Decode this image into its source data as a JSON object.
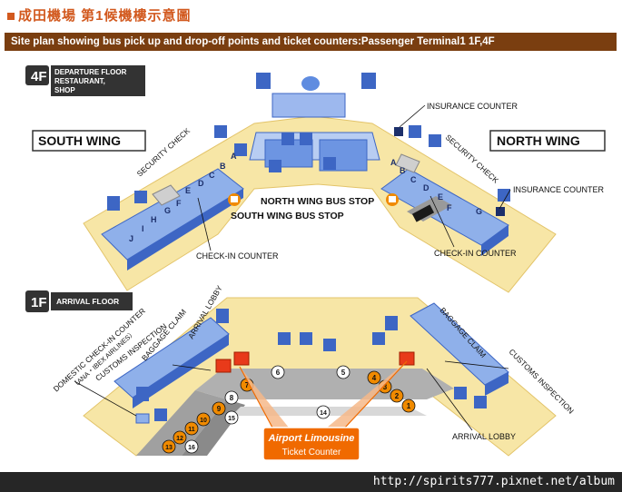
{
  "title": "成田機場 第1候機樓示意圖",
  "header": "Site plan showing bus pick up and drop-off points and ticket counters:Passenger Terminal1 1F,4F",
  "floor4": {
    "badge": "4F",
    "label_lines": [
      "DEPARTURE FLOOR",
      "RESTAURANT,",
      "SHOP"
    ],
    "south_wing": "SOUTH WING",
    "north_wing": "NORTH WING",
    "security_check_south": "SECURITY CHECK",
    "security_check_north": "SECURITY CHECK",
    "insurance_counter_top": "INSURANCE COUNTER",
    "insurance_counter_right": "INSURANCE COUNTER",
    "north_wing_bus_stop": "NORTH WING BUS STOP",
    "south_wing_bus_stop": "SOUTH WING BUS STOP",
    "checkin_counter_south": "CHECK-IN COUNTER",
    "checkin_counter_north": "CHECK-IN COUNTER",
    "south_counter_letters": [
      "A",
      "B",
      "C",
      "D",
      "E",
      "F",
      "G",
      "H",
      "I",
      "J"
    ],
    "north_counter_letters": [
      "A",
      "B",
      "C",
      "D",
      "E",
      "F",
      "G"
    ]
  },
  "floor1": {
    "badge": "1F",
    "label": "ARRIVAL FLOOR",
    "domestic_checkin_line1": "DOMESTIC CHECK-IN COUNTER",
    "domestic_checkin_line2": "（ANA・IBEX AIRLINES）",
    "customs_inspection_south": "CUSTOMS INSPECTION",
    "baggage_claim_south": "BAGGAGE CLAIM",
    "arrival_lobby_south": "ARRIVAL LOBBY",
    "baggage_claim_north": "BAGGAGE CLAIM",
    "customs_inspection_north": "CUSTOMS INSPECTION",
    "arrival_lobby_north": "ARRIVAL LOBBY",
    "ticket_brand": "Airport Limousine",
    "ticket_label": "Ticket Counter",
    "bus_stops_orange": [
      "1",
      "2",
      "3",
      "4",
      "7",
      "9",
      "10",
      "11",
      "12",
      "13"
    ],
    "bus_stops_white": [
      "5",
      "6",
      "8",
      "14",
      "15",
      "16"
    ]
  },
  "watermark": "http://spirits777.pixnet.net/album",
  "colors": {
    "title": "#d2591e",
    "header_bg": "#7a3e10",
    "floor_fill": "#f7e6a6",
    "building_blue": "#4f7fd9",
    "orange": "#f08a00",
    "ticket_orange": "#f06a00"
  }
}
